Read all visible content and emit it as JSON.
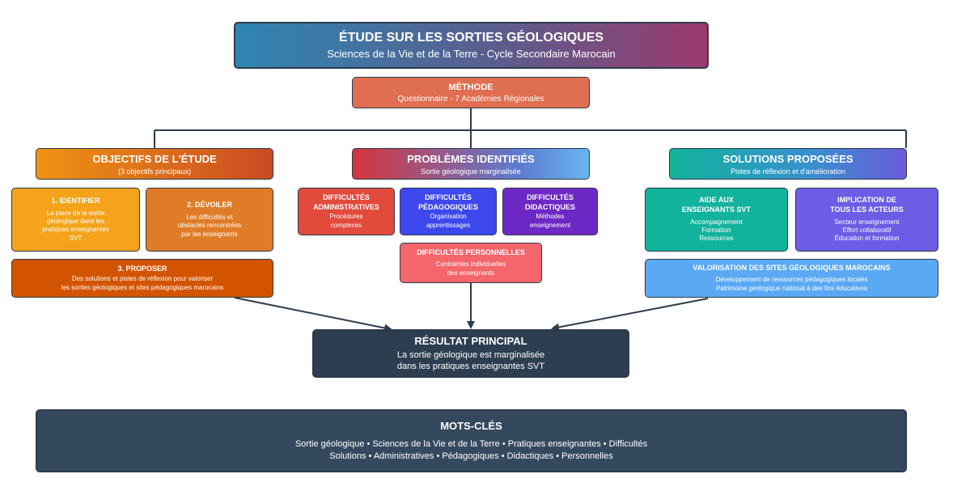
{
  "title": {
    "main": "ÉTUDE SUR LES SORTIES GÉOLOGIQUES",
    "subtitle": "Sciences de la Vie et de la Terre - Cycle Secondaire Marocain"
  },
  "method": {
    "title": "MÉTHODE",
    "subtitle": "Questionnaire - 7 Académies Régionales"
  },
  "objectives": {
    "header": "OBJECTIFS DE L'ÉTUDE",
    "subheader": "(3 objectifs principaux)",
    "items": [
      {
        "title": "1. IDENTIFIER",
        "text": "La place de la sortie\ngéologique dans les\npratiques enseignantes\nSVT"
      },
      {
        "title": "2. DÉVOILER",
        "text": "Les difficultés et\nobstacles rencontrées\npar les enseignants"
      },
      {
        "title": "3. PROPOSER",
        "text": "Des solutions et pistes de réflexion pour valoriser\nles sorties géologiques et sites pédagogiques marocains"
      }
    ]
  },
  "problems": {
    "header": "PROBLÈMES IDENTIFIÉS",
    "subheader": "Sortie géologique marginalisée",
    "items": [
      {
        "title": "DIFFICULTÉS\nADMINISTRATIVES",
        "text": "Procédures\ncomplexes"
      },
      {
        "title": "DIFFICULTÉS\nPÉDAGOGIQUES",
        "text": "Organisation\napprentissages"
      },
      {
        "title": "DIFFICULTÉS\nDIDACTIQUES",
        "text": "Méthodes\nenseignement"
      },
      {
        "title": "DIFFICULTÉS PERSONNELLES",
        "text": "Contraintes individuelles\ndes enseignants"
      }
    ]
  },
  "solutions": {
    "header": "SOLUTIONS PROPOSÉES",
    "subheader": "Pistes de réflexion et d'amélioration",
    "items": [
      {
        "title": "AIDE AUX\nENSEIGNANTS SVT",
        "text": "Accompagnement\nFormation\nRessources"
      },
      {
        "title": "IMPLICATION DE\nTOUS LES ACTEURS",
        "text": "Secteur enseignement\nEffort collaboratif\nÉducation et formation"
      },
      {
        "title": "VALORISATION DES SITES GÉOLOGIQUES MAROCAINS",
        "text": "Développement de ressources pédagogiques locales\nPatrimoine géologique national à des fins éducatives"
      }
    ]
  },
  "result": {
    "title": "RÉSULTAT PRINCIPAL",
    "text": "La sortie géologique est marginalisée\ndans les pratiques enseignantes SVT"
  },
  "keywords": {
    "title": "MOTS-CLÉS",
    "text": "Sortie géologique • Sciences de la Vie et de la Terre • Pratiques enseignantes • Difficultés\nSolutions • Administratives • Pédagogiques • Didactiques • Personnelles"
  },
  "colors": {
    "connector": "#2d3b4c",
    "result_bg": "#2d3e50",
    "keywords_bg": "#35495e"
  }
}
